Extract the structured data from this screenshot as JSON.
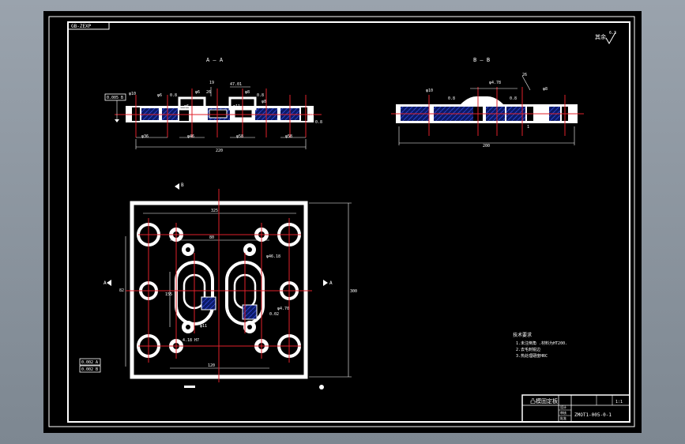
{
  "sheet": {
    "corner_tag": "GB-ZEXP",
    "roughness_note": "其余",
    "roughness_value": "6.3"
  },
  "section_aa": {
    "label": "A — A",
    "dims": [
      "φ10",
      "φ6",
      "0.8",
      "φ6",
      "19",
      "φ6",
      "26",
      "47.01",
      "φ11",
      "0.8",
      "φ8",
      "6",
      "φ8",
      "0.8",
      "φ36",
      "φ46",
      "φ58",
      "φ58",
      "220"
    ],
    "tolerance_box": "0.005 B"
  },
  "section_bb": {
    "label": "B — B",
    "dims": [
      "φ10",
      "0.8",
      "φ4.78",
      "0.8",
      "26",
      "φ8",
      "1",
      "200"
    ]
  },
  "plan": {
    "datum_a": "A",
    "datum_b": "B",
    "dims": [
      "325",
      "82",
      "155",
      "120",
      "φ46.18",
      "0.02",
      "300",
      "φ11",
      "80",
      "φ4.70",
      "4.18 H7"
    ],
    "tolerance_box_1": "0.002 A",
    "tolerance_box_2": "0.002 B"
  },
  "tech_requirements": {
    "title": "技术要求",
    "items": [
      "1.未注倒角 .材料为HT200.",
      "2.去毛刺锐边",
      "3.热处理硬度HRC"
    ]
  },
  "title_block": {
    "name": "凸模固定板",
    "drawing_no": "ZMOT1-005-0-1",
    "scale": "1:1",
    "rows": [
      "设计",
      "审核",
      "批准"
    ]
  }
}
